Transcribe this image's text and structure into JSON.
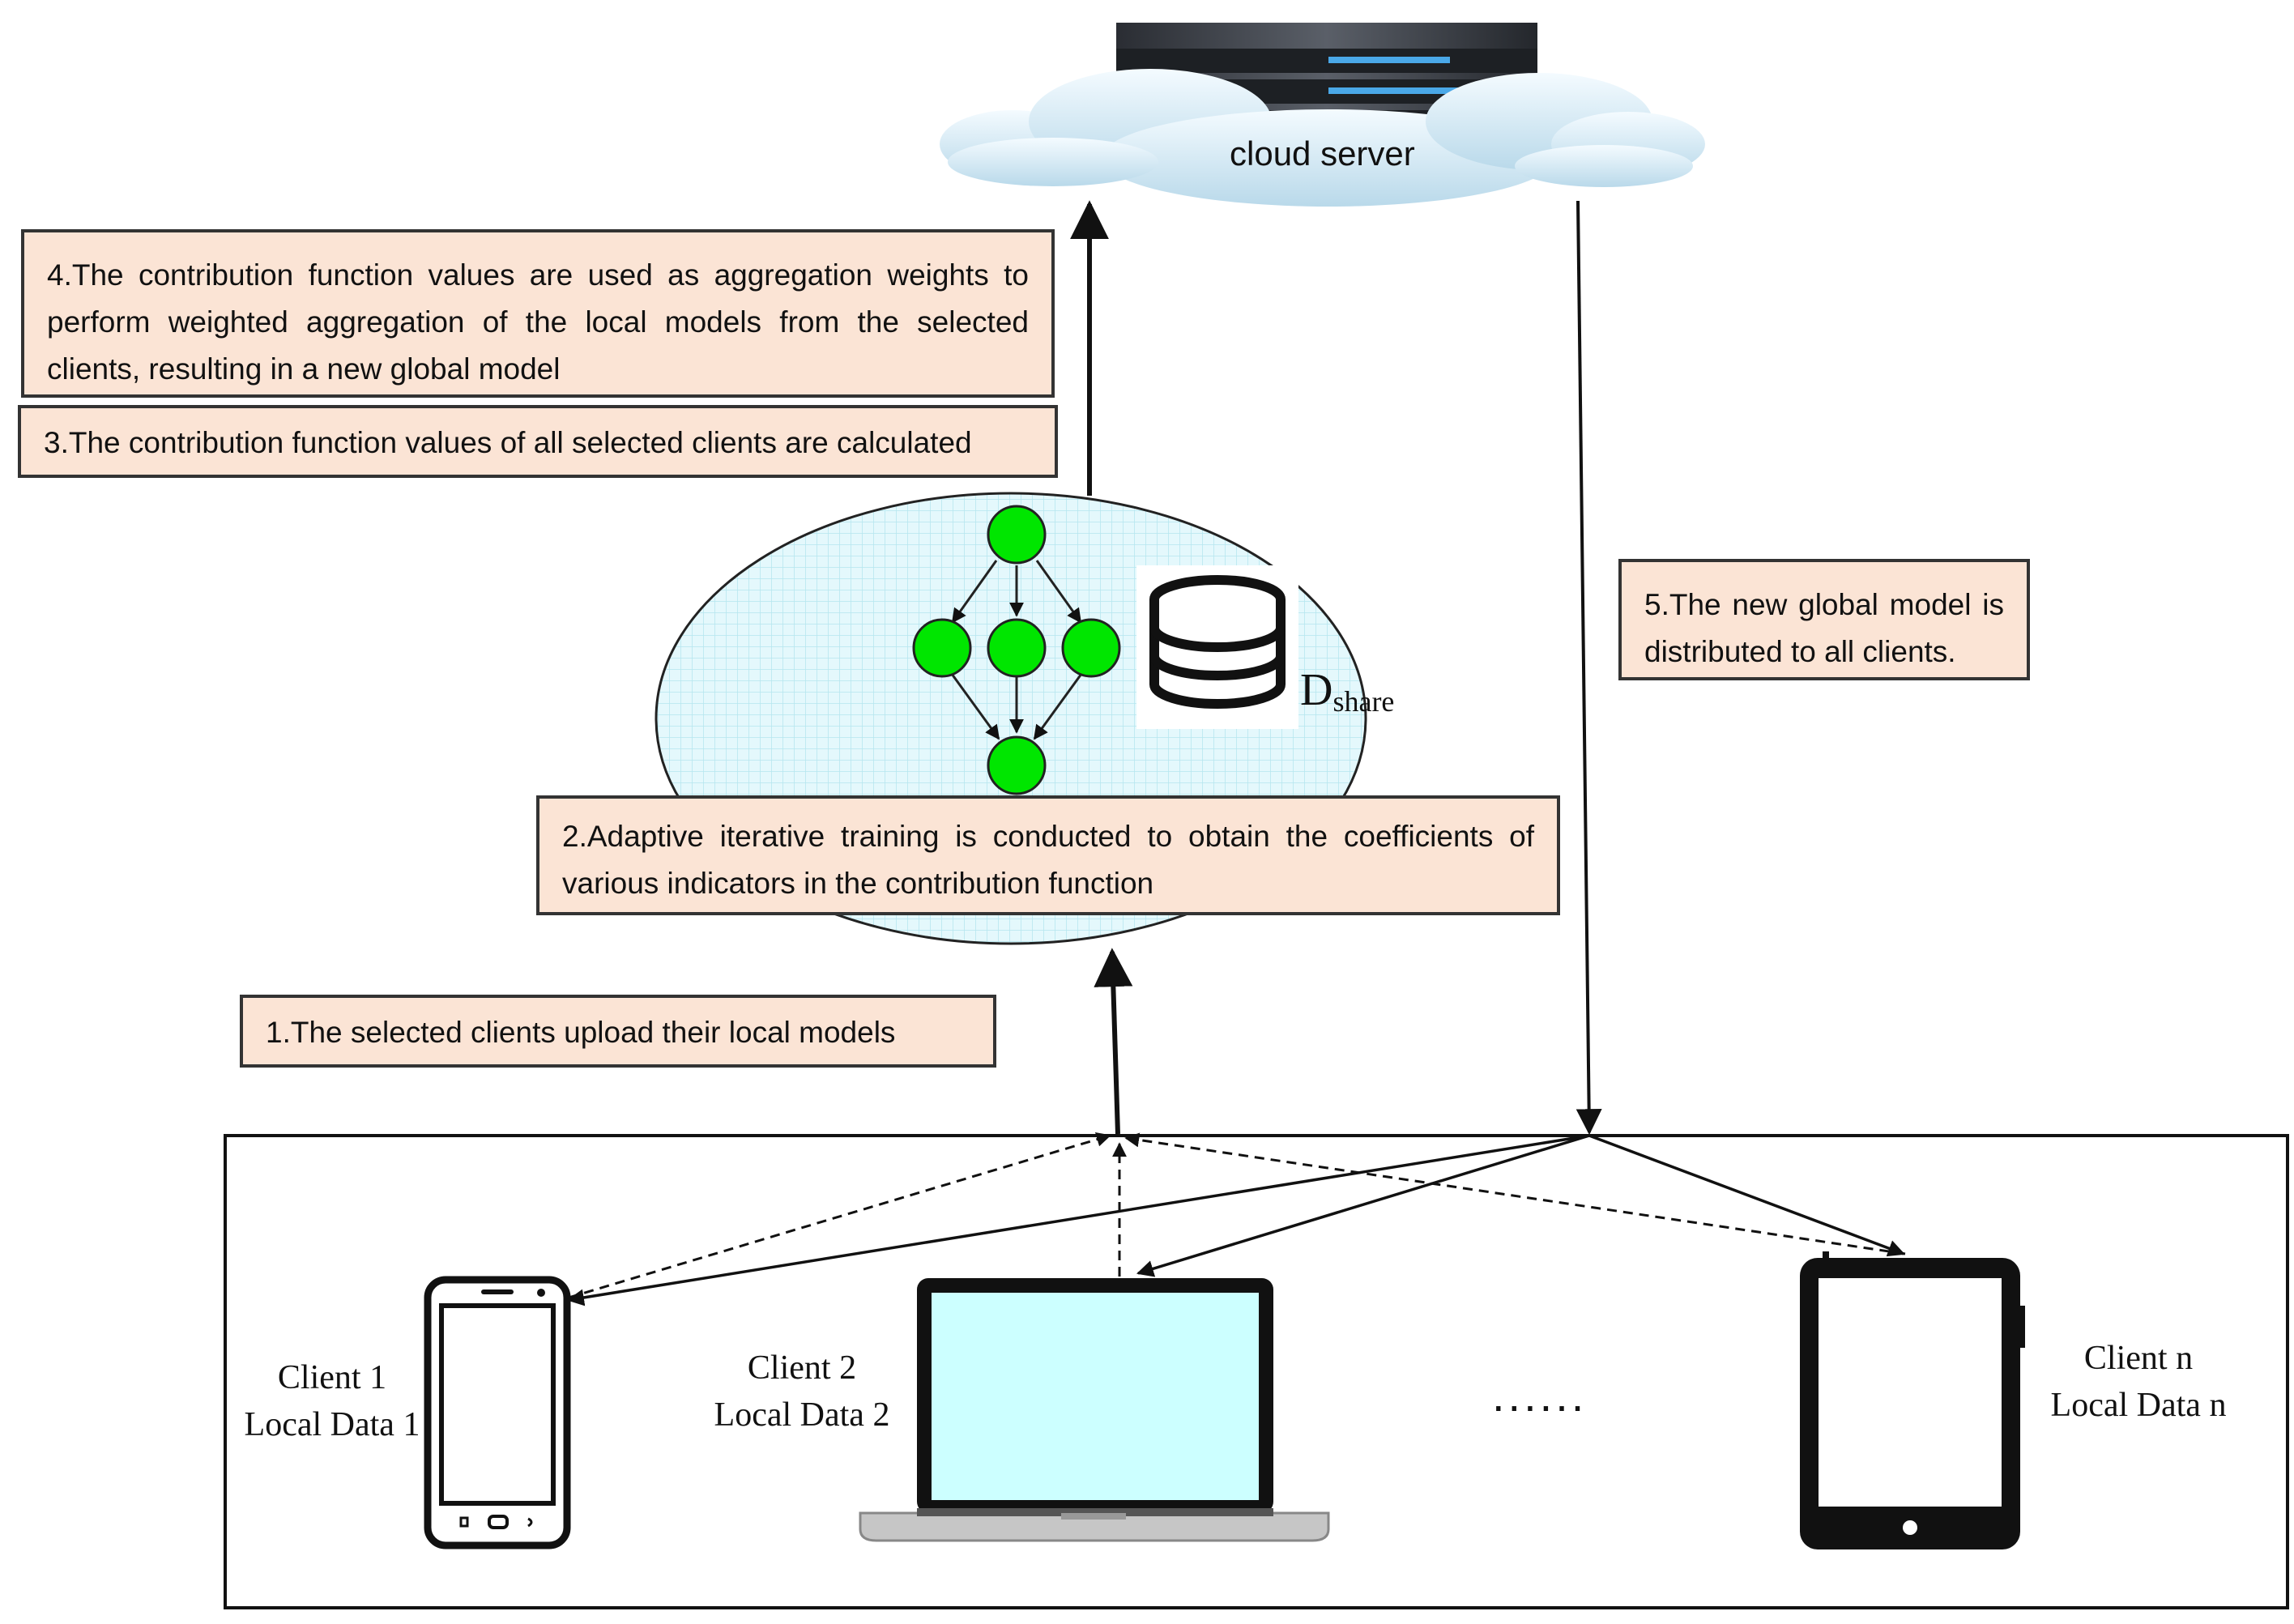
{
  "server": {
    "label": "cloud server"
  },
  "steps": {
    "s1": "1.The selected clients upload their local models",
    "s2": "2.Adaptive iterative training is conducted to obtain the coefficients of various indicators in the contribution function",
    "s3": "3.The contribution function values of all selected clients are calculated",
    "s4": "4.The contribution function values are used as aggregation weights to perform weighted aggregation of the local models from the selected clients, resulting in a new global model",
    "s5": "5.The new global model is distributed to all clients."
  },
  "dataset": {
    "main": "D",
    "sub": "share"
  },
  "clients": [
    {
      "name": "Client 1",
      "data": "Local Data 1"
    },
    {
      "name": "Client 2",
      "data": "Local Data 2"
    },
    {
      "name": "Client n",
      "data": "Local Data n"
    }
  ],
  "ellipsis": "......",
  "colors": {
    "box_fill": "#fbe4d5",
    "node": "#00e600",
    "ellipse": "#d9f5fb",
    "screen": "#ccffff"
  }
}
